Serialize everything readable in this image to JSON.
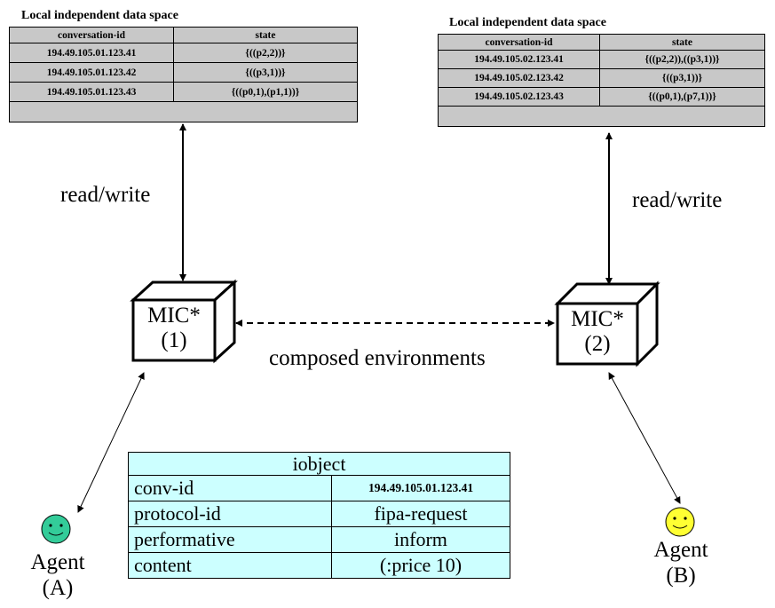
{
  "left_space": {
    "title": "Local independent data space",
    "headers": [
      "conversation-id",
      "state"
    ],
    "rows": [
      [
        "194.49.105.01.123.41",
        "{((p2,2))}"
      ],
      [
        "194.49.105.01.123.42",
        "{((p3,1))}"
      ],
      [
        "194.49.105.01.123.43",
        "{((p0,1),(p1,1))}"
      ]
    ]
  },
  "right_space": {
    "title": "Local independent data space",
    "headers": [
      "conversation-id",
      "state"
    ],
    "rows": [
      [
        "194.49.105.02.123.41",
        "{((p2,2)),((p3,1))}"
      ],
      [
        "194.49.105.02.123.42",
        "{((p3,1))}"
      ],
      [
        "194.49.105.02.123.43",
        "{((p0,1),(p7,1))}"
      ]
    ]
  },
  "labels": {
    "read_write_left": "read/write",
    "read_write_right": "read/write",
    "composed": "composed environments"
  },
  "mic1": {
    "line1": "MIC*",
    "line2": "(1)"
  },
  "mic2": {
    "line1": "MIC*",
    "line2": "(2)"
  },
  "agent_a": {
    "line1": "Agent",
    "line2": "(A)",
    "color": "#33cc99"
  },
  "agent_b": {
    "line1": "Agent",
    "line2": "(B)",
    "color": "#ffff33"
  },
  "iobject": {
    "title": "iobject",
    "rows": [
      [
        "conv-id",
        "194.49.105.01.123.41"
      ],
      [
        "protocol-id",
        "fipa-request"
      ],
      [
        "performative",
        "inform"
      ],
      [
        "content",
        "(:price 10)"
      ]
    ]
  }
}
